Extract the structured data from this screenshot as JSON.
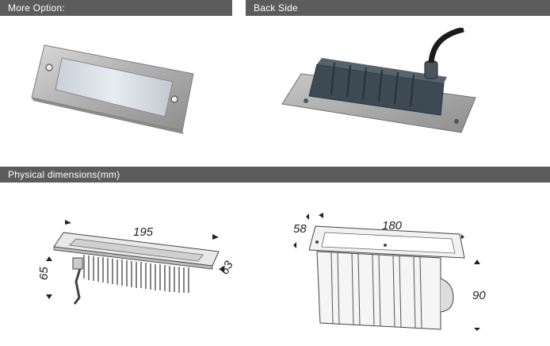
{
  "sections": {
    "more_option": "More Option:",
    "back_side": "Back Side",
    "physical_dimensions": "Physical dimensions(mm)"
  },
  "dimensions": {
    "left": {
      "length": "195",
      "height": "65",
      "depth": "63"
    },
    "right": {
      "length": "180",
      "width": "58",
      "height": "90"
    }
  },
  "colors": {
    "header_bar": "#5c5c5c",
    "header_text": "#ffffff",
    "steel": "#b8b8b8",
    "housing": "#3d4a54"
  }
}
